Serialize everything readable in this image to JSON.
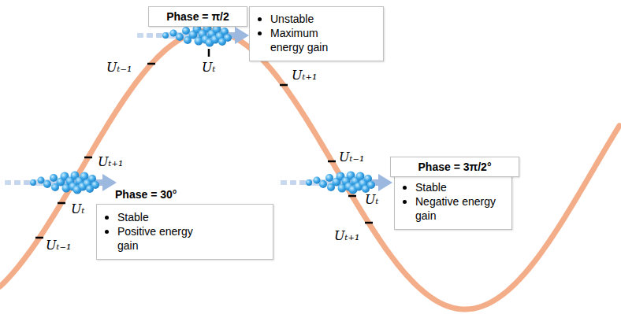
{
  "diagram": {
    "nodes": [
      {
        "text": [
          "Phase = π/2"
        ]
      },
      {
        "text": [
          "Unstable",
          "Maximum energy gain"
        ]
      },
      {
        "text": [
          "Phase = 30°",
          "Stable",
          "Positive energy gain"
        ]
      },
      {
        "text": [
          "Phase = 3π/2°"
        ]
      },
      {
        "text": [
          "Stable",
          "Negative energy gain"
        ]
      }
    ],
    "labels": [
      "Uₜ₋₁",
      "Uₜ",
      "Uₜ₊₁",
      "Uₜ₊₁",
      "Uₜ",
      "Uₜ₋₁",
      "Uₜ₋₁",
      "Uₜ",
      "Uₜ₊₁"
    ]
  }
}
